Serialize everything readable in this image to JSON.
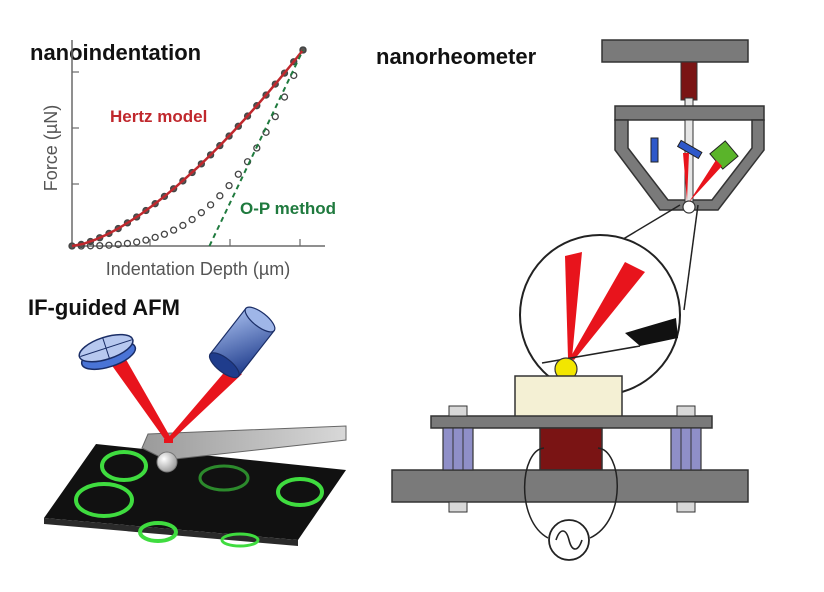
{
  "titles": {
    "nanoindentation": "nanoindentation",
    "nanorheometer": "nanorheometer",
    "afm": "IF-guided AFM"
  },
  "plot": {
    "xlabel": "Indentation Depth (µm)",
    "ylabel": "Force (µN)",
    "hertz_label": "Hertz model",
    "op_label": "O-P method"
  },
  "colors": {
    "hertz": "#c0282d",
    "op": "#1f7a3e",
    "laser": "#e8141c",
    "frame": "#6f6f6f",
    "rod": "#7a1414",
    "fluor": "#3fdc3f",
    "sample": "#f4f0d4",
    "ball": "#f2e600",
    "spacer": "#8f8fc8"
  },
  "chart_data": {
    "type": "scatter",
    "title": "nanoindentation",
    "xlabel": "Indentation Depth (µm)",
    "ylabel": "Force (µN)",
    "xlim": [
      0,
      1
    ],
    "ylim": [
      0,
      1
    ],
    "grid": false,
    "series": [
      {
        "name": "Hertz model",
        "style": "line",
        "x": [
          0,
          0.05,
          0.1,
          0.15,
          0.2,
          0.25,
          0.3,
          0.35,
          0.4,
          0.45,
          0.5,
          0.55,
          0.6,
          0.65,
          0.7,
          0.75,
          0.8,
          0.85,
          0.9,
          0.95,
          1.0
        ],
        "y": [
          0,
          0.011,
          0.032,
          0.058,
          0.089,
          0.125,
          0.164,
          0.207,
          0.253,
          0.302,
          0.354,
          0.408,
          0.465,
          0.524,
          0.586,
          0.65,
          0.716,
          0.784,
          0.854,
          0.926,
          1.0
        ]
      },
      {
        "name": "O-P method",
        "style": "dashed",
        "x": [
          0.595,
          1.0
        ],
        "y": [
          0.0,
          1.0
        ]
      }
    ],
    "markers": [
      {
        "x": [
          0,
          0.04,
          0.08,
          0.12,
          0.16,
          0.2,
          0.24,
          0.28,
          0.32,
          0.36,
          0.4,
          0.44,
          0.48,
          0.52,
          0.56,
          0.6,
          0.64,
          0.68,
          0.72,
          0.76,
          0.8,
          0.84,
          0.88,
          0.92,
          0.96,
          1.0
        ],
        "y": [
          0,
          0.008,
          0.023,
          0.042,
          0.064,
          0.089,
          0.118,
          0.148,
          0.181,
          0.216,
          0.253,
          0.292,
          0.332,
          0.375,
          0.419,
          0.465,
          0.512,
          0.561,
          0.611,
          0.663,
          0.716,
          0.77,
          0.826,
          0.882,
          0.94,
          1.0
        ],
        "fill": "filled"
      },
      {
        "x": [
          0.04,
          0.08,
          0.12,
          0.16,
          0.2,
          0.24,
          0.28,
          0.32,
          0.36,
          0.4,
          0.44,
          0.48,
          0.52,
          0.56,
          0.6,
          0.64,
          0.68,
          0.72,
          0.76,
          0.8,
          0.84,
          0.88,
          0.92,
          0.96,
          1.0
        ],
        "y": [
          0.0,
          0.001,
          0.002,
          0.004,
          0.008,
          0.013,
          0.02,
          0.03,
          0.044,
          0.06,
          0.081,
          0.105,
          0.135,
          0.17,
          0.21,
          0.256,
          0.308,
          0.366,
          0.43,
          0.5,
          0.58,
          0.66,
          0.76,
          0.87,
          1.0
        ],
        "fill": "open"
      }
    ]
  }
}
